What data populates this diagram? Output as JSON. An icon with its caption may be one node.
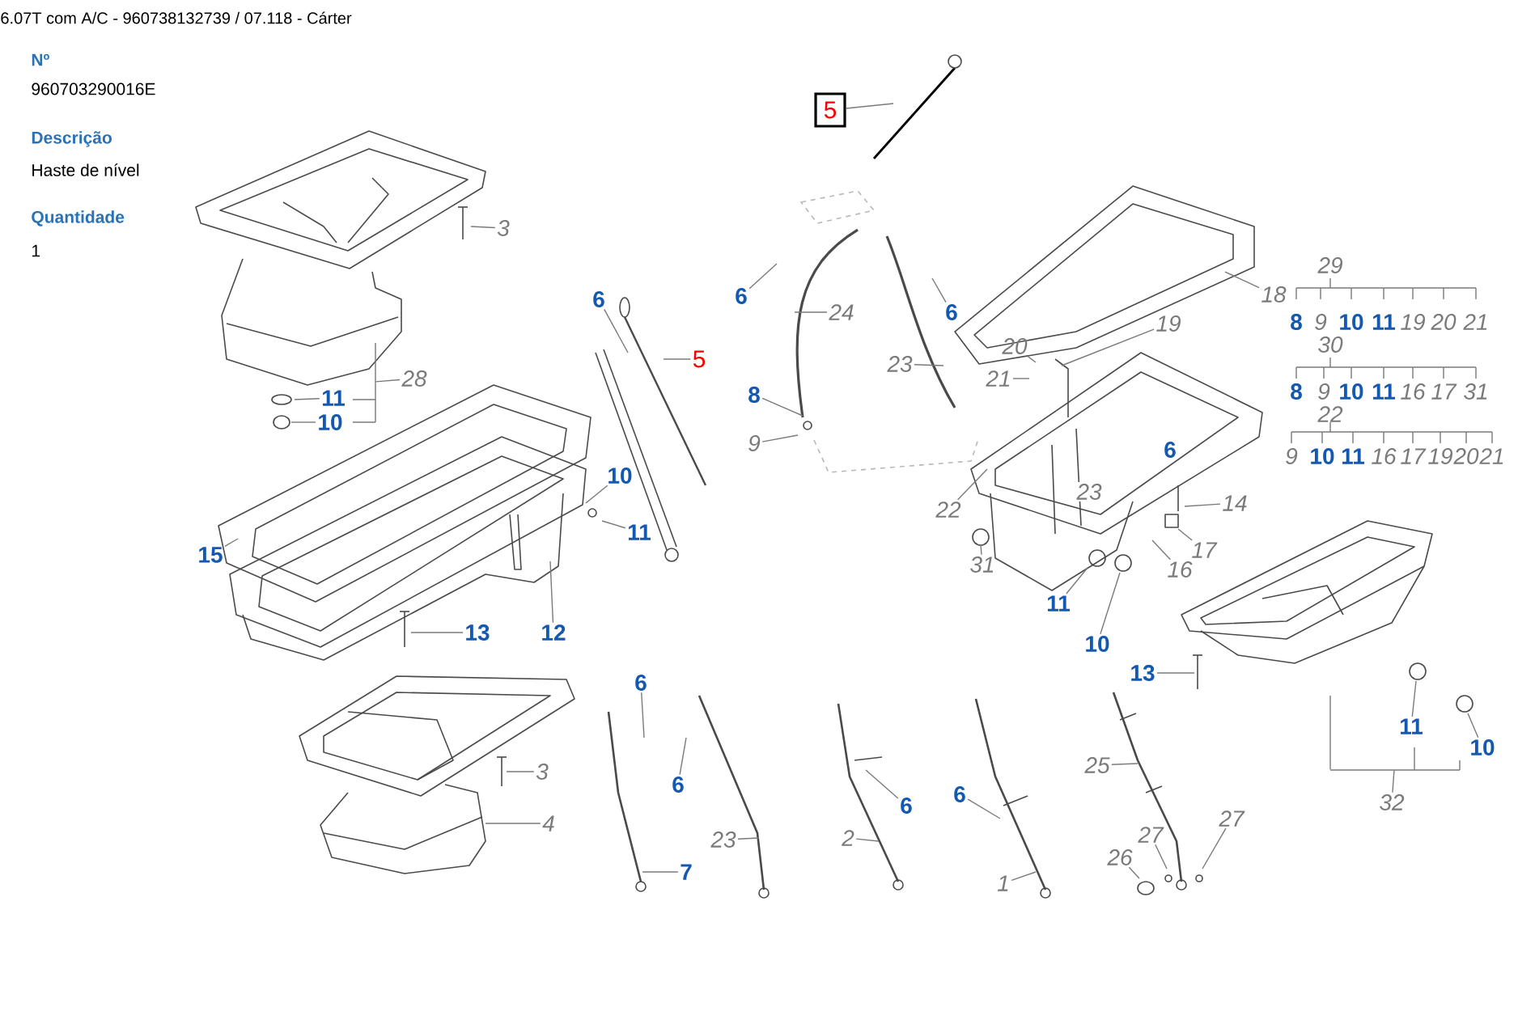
{
  "diagram": {
    "title": "6.07T com A/C - 960738132739  /  07.118 - Cárter",
    "nodes": [
      {
        "text": [
          "3"
        ]
      },
      {
        "text": [
          "28"
        ]
      },
      {
        "text": [
          "11"
        ]
      },
      {
        "text": [
          "10"
        ]
      },
      {
        "text": [
          "6"
        ]
      },
      {
        "text": [
          "5"
        ]
      },
      {
        "text": [
          "5"
        ]
      },
      {
        "text": [
          "6"
        ]
      },
      {
        "text": [
          "24"
        ]
      },
      {
        "text": [
          "6"
        ]
      },
      {
        "text": [
          "23"
        ]
      },
      {
        "text": [
          "18"
        ]
      },
      {
        "text": [
          "19"
        ]
      },
      {
        "text": [
          "20"
        ]
      },
      {
        "text": [
          "21"
        ]
      },
      {
        "text": [
          "8"
        ]
      },
      {
        "text": [
          "9"
        ]
      },
      {
        "text": [
          "22"
        ]
      },
      {
        "text": [
          "14"
        ]
      },
      {
        "text": [
          "17"
        ]
      },
      {
        "text": [
          "16"
        ]
      },
      {
        "text": [
          "31"
        ]
      },
      {
        "text": [
          "11"
        ]
      },
      {
        "text": [
          "10"
        ]
      },
      {
        "text": [
          "10"
        ]
      },
      {
        "text": [
          "11"
        ]
      },
      {
        "text": [
          "15"
        ]
      },
      {
        "text": [
          "13"
        ]
      },
      {
        "text": [
          "12"
        ]
      },
      {
        "text": [
          "6"
        ]
      },
      {
        "text": [
          "3"
        ]
      },
      {
        "text": [
          "4"
        ]
      },
      {
        "text": [
          "6"
        ]
      },
      {
        "text": [
          "23"
        ]
      },
      {
        "text": [
          "7"
        ]
      },
      {
        "text": [
          "13"
        ]
      },
      {
        "text": [
          "11"
        ]
      },
      {
        "text": [
          "10"
        ]
      },
      {
        "text": [
          "32"
        ]
      },
      {
        "text": [
          "6"
        ]
      },
      {
        "text": [
          "2"
        ]
      },
      {
        "text": [
          "6"
        ]
      },
      {
        "text": [
          "1"
        ]
      },
      {
        "text": [
          "25"
        ]
      },
      {
        "text": [
          "26"
        ]
      },
      {
        "text": [
          "27"
        ]
      },
      {
        "text": [
          "27"
        ]
      },
      {
        "text": [],
        "shape": "bracket"
      },
      {
        "text": [],
        "shape": "bracket"
      }
    ],
    "edges": [
      {
        "from": 0,
        "to": null,
        "arrow": "none"
      },
      {
        "from": 1,
        "to": 47,
        "arrow": "none"
      },
      {
        "from": 2,
        "to": null,
        "arrow": "none"
      },
      {
        "from": 3,
        "to": null,
        "arrow": "none"
      },
      {
        "from": 4,
        "to": null,
        "arrow": "none"
      },
      {
        "from": 5,
        "to": null,
        "arrow": "none"
      },
      {
        "from": 6,
        "to": null,
        "arrow": "none"
      },
      {
        "from": 7,
        "to": null,
        "arrow": "none"
      },
      {
        "from": 8,
        "to": null,
        "arrow": "none"
      },
      {
        "from": 9,
        "to": null,
        "arrow": "none"
      },
      {
        "from": 10,
        "to": null,
        "arrow": "none"
      },
      {
        "from": 11,
        "to": null,
        "arrow": "none"
      },
      {
        "from": 12,
        "to": null,
        "arrow": "none"
      },
      {
        "from": 13,
        "to": null,
        "arrow": "none"
      },
      {
        "from": 14,
        "to": null,
        "arrow": "none"
      },
      {
        "from": 15,
        "to": null,
        "arrow": "none"
      },
      {
        "from": 16,
        "to": null,
        "arrow": "none"
      },
      {
        "from": 17,
        "to": null,
        "arrow": "none"
      },
      {
        "from": 18,
        "to": null,
        "arrow": "none"
      },
      {
        "from": 19,
        "to": null,
        "arrow": "none"
      },
      {
        "from": 20,
        "to": null,
        "arrow": "none"
      },
      {
        "from": 21,
        "to": null,
        "arrow": "none"
      },
      {
        "from": 22,
        "to": null,
        "arrow": "none"
      },
      {
        "from": 23,
        "to": null,
        "arrow": "none"
      },
      {
        "from": 24,
        "to": null,
        "arrow": "none"
      },
      {
        "from": 25,
        "to": null,
        "arrow": "none"
      },
      {
        "from": 26,
        "to": null,
        "arrow": "none"
      },
      {
        "from": 27,
        "to": null,
        "arrow": "none"
      },
      {
        "from": 28,
        "to": null,
        "arrow": "none"
      },
      {
        "from": 29,
        "to": null,
        "arrow": "none"
      },
      {
        "from": 30,
        "to": null,
        "arrow": "none"
      },
      {
        "from": 31,
        "to": null,
        "arrow": "none"
      },
      {
        "from": 32,
        "to": null,
        "arrow": "none"
      },
      {
        "from": 33,
        "to": null,
        "arrow": "none"
      },
      {
        "from": 34,
        "to": null,
        "arrow": "none"
      },
      {
        "from": 35,
        "to": null,
        "arrow": "none"
      },
      {
        "from": 36,
        "to": null,
        "arrow": "none"
      },
      {
        "from": 37,
        "to": null,
        "arrow": "none"
      },
      {
        "from": 38,
        "to": 48,
        "arrow": "none"
      },
      {
        "from": 39,
        "to": null,
        "arrow": "none"
      },
      {
        "from": 40,
        "to": null,
        "arrow": "none"
      },
      {
        "from": 41,
        "to": null,
        "arrow": "none"
      },
      {
        "from": 42,
        "to": null,
        "arrow": "none"
      },
      {
        "from": 43,
        "to": null,
        "arrow": "none"
      },
      {
        "from": 44,
        "to": null,
        "arrow": "none"
      },
      {
        "from": 45,
        "to": null,
        "arrow": "none"
      },
      {
        "from": 46,
        "to": null,
        "arrow": "none"
      }
    ],
    "labels": [
      "Nº",
      "960703290016E",
      "Descrição",
      "Haste de nível",
      "Quantidade",
      "1",
      "29",
      "8",
      "9",
      "10",
      "11",
      "19",
      "20",
      "21",
      "30",
      "8",
      "9",
      "10",
      "11",
      "16",
      "17",
      "31",
      "22",
      "9",
      "10",
      "11",
      "16",
      "17",
      "19",
      "20",
      "21",
      "23",
      "6"
    ]
  }
}
